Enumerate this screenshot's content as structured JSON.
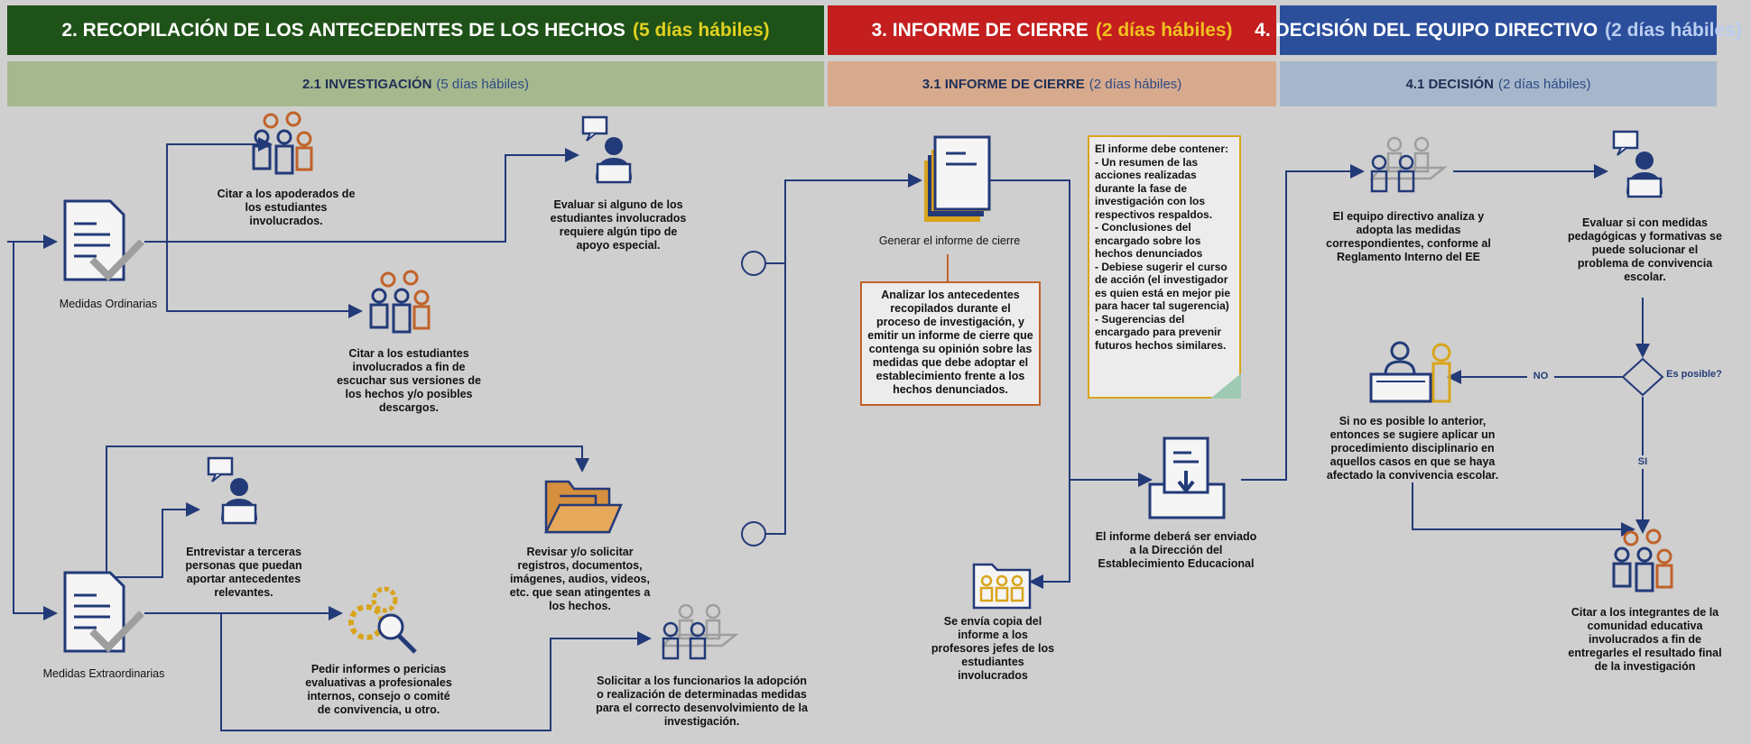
{
  "headers": [
    {
      "title": "2. RECOPILACIÓN DE LOS ANTECEDENTES DE LOS HECHOS",
      "days": "(5 días hábiles)"
    },
    {
      "title": "3. INFORME DE CIERRE",
      "days": "(2 días hábiles)"
    },
    {
      "title": "4. DECISIÓN DEL EQUIPO DIRECTIVO",
      "days": "(2 días hábiles)"
    }
  ],
  "subheaders": [
    {
      "title": "2.1 INVESTIGACIÓN",
      "days": "(5 días hábiles)"
    },
    {
      "title": "3.1 INFORME DE CIERRE",
      "days": "(2 días hábiles)"
    },
    {
      "title": "4.1 DECISIÓN",
      "days": "(2 días hábiles)"
    }
  ],
  "nodes": {
    "medidas_ordinarias": "Medidas Ordinarias",
    "medidas_extraordinarias": "Medidas Extraordinarias",
    "citar_apoderados": "Citar a los apoderados de los estudiantes involucrados.",
    "evaluar_apoyo": "Evaluar si alguno de los estudiantes involucrados requiere algún tipo de apoyo especial.",
    "citar_estudiantes": "Citar a los estudiantes involucrados a fin de escuchar sus versiones de los hechos y/o posibles descargos.",
    "entrevistar": "Entrevistar a terceras personas que puedan aportar antecedentes relevantes.",
    "revisar": "Revisar y/o solicitar registros, documentos, imágenes, audios, videos, etc. que sean atingentes a los hechos.",
    "pedir_informes": "Pedir informes o pericias evaluativas a profesionales internos, consejo o comité de convivencia, u otro.",
    "solicitar_funcionarios": "Solicitar a los funcionarios la adopción o realización de determinadas medidas para el correcto desenvolvimiento de la investigación.",
    "generar_informe": "Generar el informe de cierre",
    "analizar": "Analizar los antecedentes recopilados durante el proceso de investigación, y emitir un informe de cierre que contenga su opinión sobre las medidas que debe adoptar el establecimiento frente a los hechos denunciados.",
    "informe_contener": [
      "El informe debe contener:",
      "- Un resumen de las acciones realizadas durante la fase de investigación con los respectivos respaldos.",
      "- Conclusiones del encargado sobre los hechos denunciados",
      "- Debiese sugerir el curso de acción (el investigador es quien está en mejor pie para hacer tal sugerencia)",
      "- Sugerencias del encargado para prevenir futuros hechos similares."
    ],
    "enviado_direccion": "El informe deberá ser enviado a la Dirección del Establecimiento Educacional",
    "copia_profesores": "Se envía copia del informe a los profesores jefes de los estudiantes involucrados",
    "equipo_analiza": "El equipo directivo analiza y adopta las medidas correspondientes, conforme al Reglamento Interno del EE",
    "evaluar_medidas": "Evaluar si con medidas pedagógicas y formativas se puede solucionar el problema de convivencia escolar.",
    "es_posible": "Es posible?",
    "no": "NO",
    "si": "SI",
    "no_posible": "Si no es posible lo anterior, entonces se sugiere aplicar un procedimiento disciplinario en aquellos casos en que se haya afectado la convivencia escolar.",
    "citar_integrantes": "Citar a los integrantes de la comunidad educativa involucrados a fin de entregarles el resultado final de la investigación"
  },
  "colors": {
    "green": "#1f5218",
    "red": "#c41e1e",
    "blue": "#2c4f9c",
    "sub_green": "#a6b98e",
    "sub_orange": "#d8aa8d",
    "sub_blue": "#a7b7cb",
    "line": "#233a78",
    "accent_orange": "#c0622a",
    "accent_yellow": "#d9a41c"
  }
}
